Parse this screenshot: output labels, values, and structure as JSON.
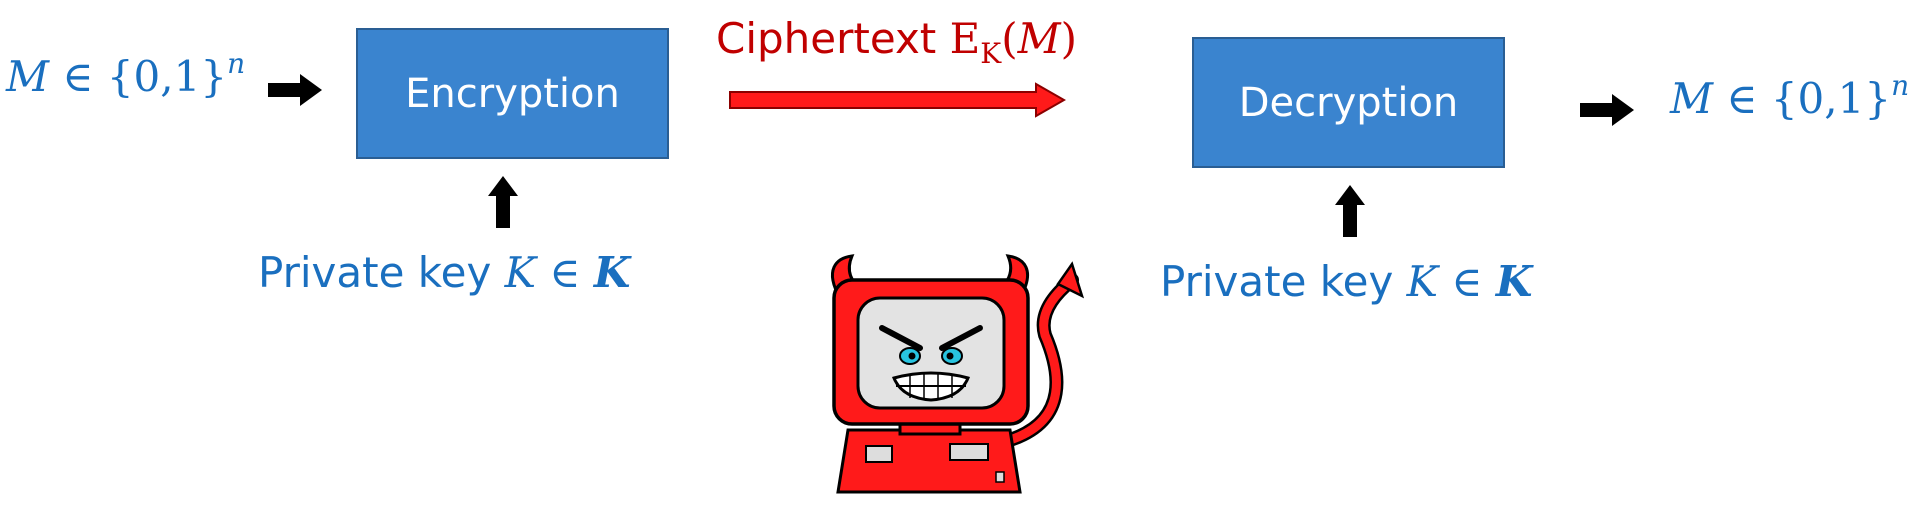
{
  "input_message": {
    "symbol": "M",
    "relation": "∈ {0,1}",
    "exponent": "n"
  },
  "encryption_box": {
    "label": "Encryption"
  },
  "encryption_key": {
    "text": "Private key ",
    "symbol": "K",
    "relation": " ∈ ",
    "set": "K"
  },
  "ciphertext": {
    "text": "Ciphertext ",
    "function": "E",
    "subscript": "K",
    "open": "(",
    "arg": "M",
    "close": ")"
  },
  "decryption_box": {
    "label": "Decryption"
  },
  "decryption_key": {
    "text": "Private key ",
    "symbol": "K",
    "relation": " ∈ ",
    "set": "K"
  },
  "output_message": {
    "symbol": "M",
    "relation": "∈ {0,1}",
    "exponent": "n"
  },
  "colors": {
    "box_fill": "#3a84cf",
    "box_text": "#ffffff",
    "math_blue": "#1a6fbf",
    "cipher_red": "#c00000",
    "arrow_red": "#ff1a1a",
    "arrow_black": "#000000",
    "devil_red": "#ff1a1a"
  },
  "icons": {
    "adversary": "devil-computer-icon"
  }
}
